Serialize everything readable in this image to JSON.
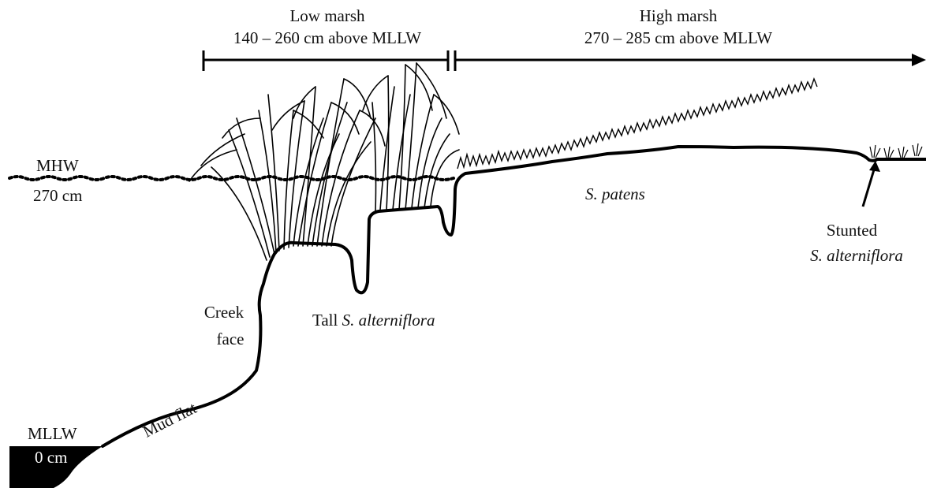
{
  "zones": {
    "low_marsh": {
      "title": "Low marsh",
      "range": "140 – 260 cm above MLLW"
    },
    "high_marsh": {
      "title": "High marsh",
      "range": "270 – 285 cm above MLLW"
    }
  },
  "mhw": {
    "label": "MHW",
    "value": "270 cm"
  },
  "mllw": {
    "label": "MLLW",
    "value": "0 cm"
  },
  "features": {
    "creek_face_line1": "Creek",
    "creek_face_line2": "face",
    "mud_flat": "Mud flat",
    "tall_prefix": "Tall ",
    "tall_species": "S. alterniflora",
    "s_patens": "S. patens",
    "stunted_line1": "Stunted",
    "stunted_line2": "S. alterniflora"
  },
  "colors": {
    "ink": "#111111",
    "background": "#ffffff"
  }
}
